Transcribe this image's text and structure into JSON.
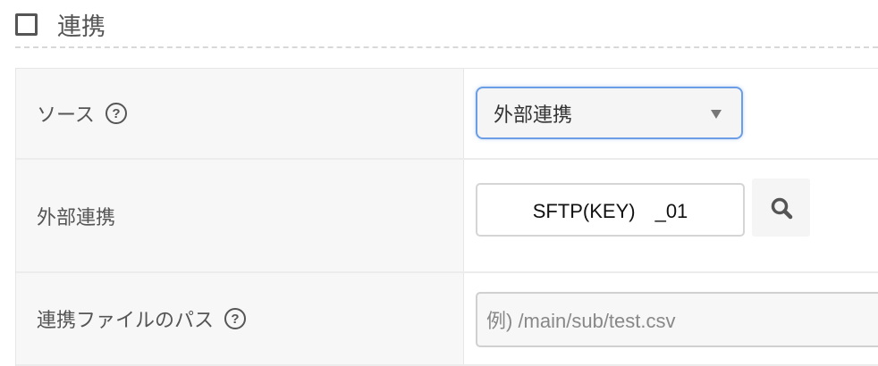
{
  "section": {
    "title": "連携"
  },
  "rows": [
    {
      "label": "ソース",
      "help": "?",
      "value": "外部連携"
    },
    {
      "label": "外部連携",
      "value": "SFTP(KEY)　_01"
    },
    {
      "label": "連携ファイルのパス",
      "help": "?",
      "placeholder": "例) /main/sub/test.csv"
    }
  ]
}
